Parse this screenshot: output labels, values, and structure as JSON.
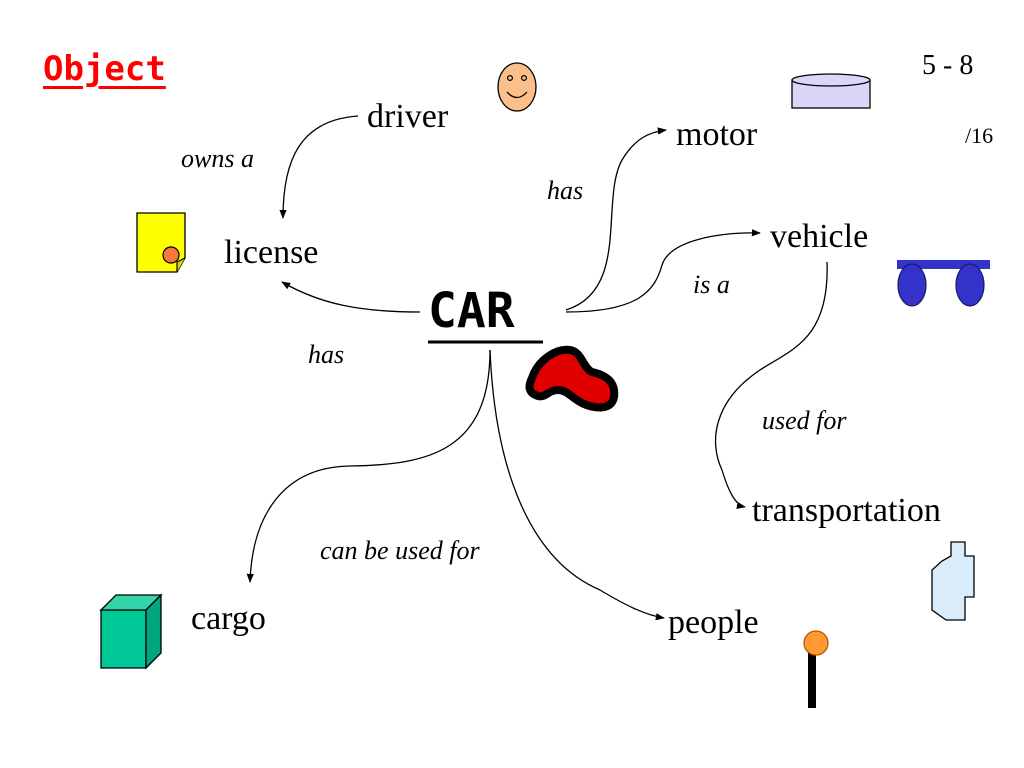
{
  "header": {
    "title": "Object",
    "page_number": "5 - 8",
    "page_total": "/16"
  },
  "colors": {
    "title": "#ff0000",
    "license_doc": "#ffff00",
    "seal": "#f4793b",
    "face": "#fbc08a",
    "motor": "#d9d6f7",
    "vehicle": "#3333cc",
    "car_body": "#e00000",
    "transport": "#d8ecfb",
    "cargo": "#00c896",
    "people_head": "#ff9933"
  },
  "diagram": {
    "center": "CAR",
    "nodes": {
      "driver": "driver",
      "license": "license",
      "motor": "motor",
      "vehicle": "vehicle",
      "transportation": "transportation",
      "cargo": "cargo",
      "people": "people"
    },
    "edges": {
      "owns_a": "owns a",
      "has_motor": "has",
      "has_license": "has",
      "is_a": "is a",
      "used_for": "used for",
      "can_be_used_for": "can be used for"
    },
    "icons": [
      "smiley-face-icon",
      "document-icon",
      "motor-cylinder-icon",
      "vehicle-wheels-icon",
      "car-blob-icon",
      "cross-shape-icon",
      "cargo-box-icon",
      "person-pin-icon"
    ]
  }
}
